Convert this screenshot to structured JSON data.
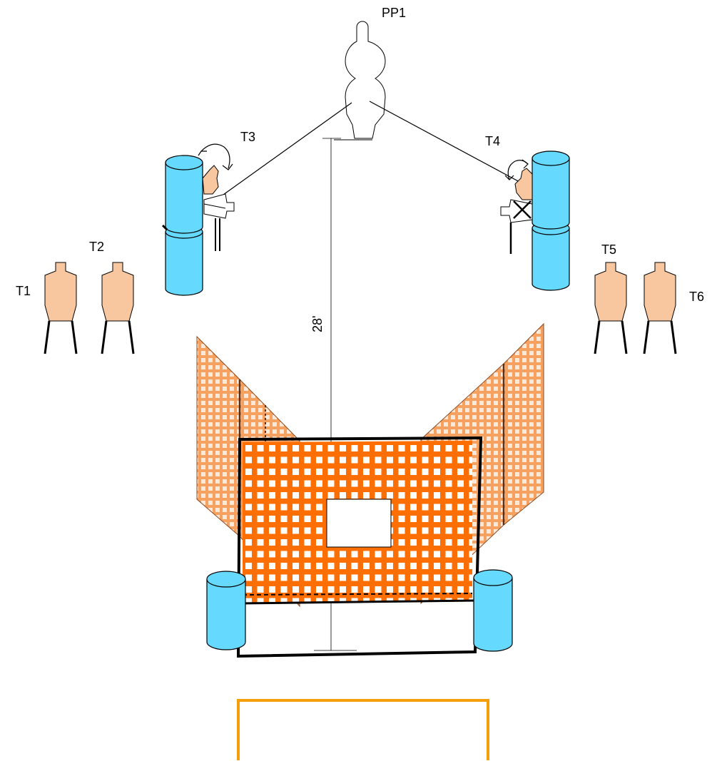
{
  "labels": {
    "pp1": "PP1",
    "t1": "T1",
    "t2": "T2",
    "t3": "T3",
    "t4": "T4",
    "t5": "T5",
    "t6": "T6",
    "distance": "28'"
  },
  "colors": {
    "barrel": "#66D9FF",
    "target": "#F9C79F",
    "mesh": "#FF6E00",
    "mesh_light": "#F7A160",
    "fault_line": "#F59E0B",
    "outline": "#000000"
  },
  "icons": {
    "popper": "no-shoot-silhouette-icon",
    "target": "ipsc-target-icon",
    "barrel": "barrel-icon",
    "swinger": "rotating-target-icon"
  }
}
